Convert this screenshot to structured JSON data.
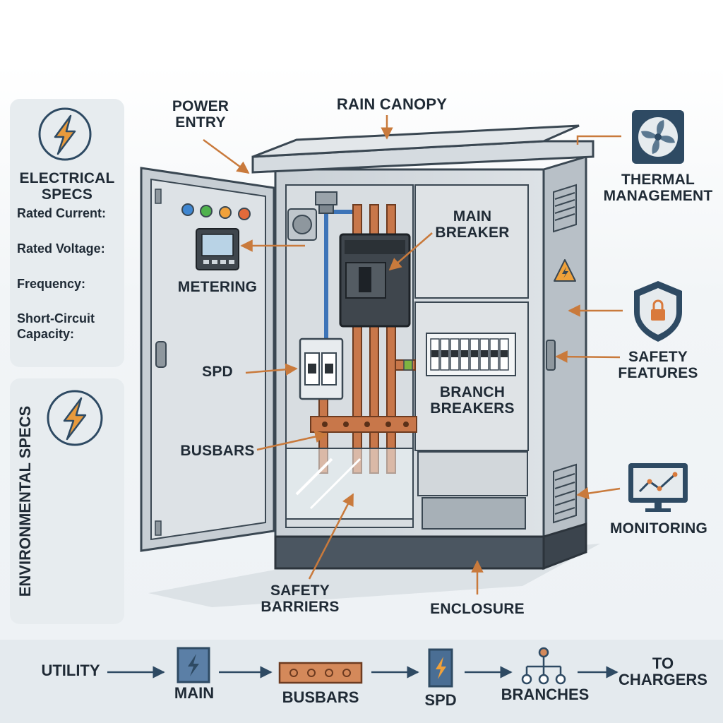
{
  "callouts": {
    "power_entry": "POWER\nENTRY",
    "rain_canopy": "RAIN CANOPY",
    "thermal_management": "THERMAL\nMANAGEMENT",
    "main_breaker": "MAIN\nBREAKER",
    "metering": "METERING",
    "safety_features": "SAFETY\nFEATURES",
    "spd": "SPD",
    "branch_breakers": "BRANCH\nBREAKERS",
    "busbars": "BUSBARS",
    "monitoring": "MONITORING",
    "safety_barriers": "SAFETY\nBARRIERS",
    "enclosure": "ENCLOSURE"
  },
  "electrical_specs": {
    "title": "ELECTRICAL\nSPECS",
    "rows": [
      "Rated Current:",
      "Rated Voltage:",
      "Frequency:",
      "Short-Circuit\nCapacity:"
    ]
  },
  "environmental_specs": {
    "title": "ENVIRONMENTAL SPECS"
  },
  "flow": {
    "steps": [
      "UTILITY",
      "MAIN",
      "BUSBARS",
      "SPD",
      "BRANCHES",
      "TO\nCHARGERS"
    ]
  },
  "icons": {
    "bolt": "lightning-bolt-icon",
    "fan": "fan-icon",
    "shield": "shield-lock-icon",
    "monitor": "monitor-chart-icon",
    "warning": "warning-icon"
  },
  "colors": {
    "accent_orange": "#c97a3c",
    "copper": "#c8774a",
    "navy": "#2e4a63",
    "steel": "#cfd6dc",
    "dark": "#1f2a35"
  }
}
